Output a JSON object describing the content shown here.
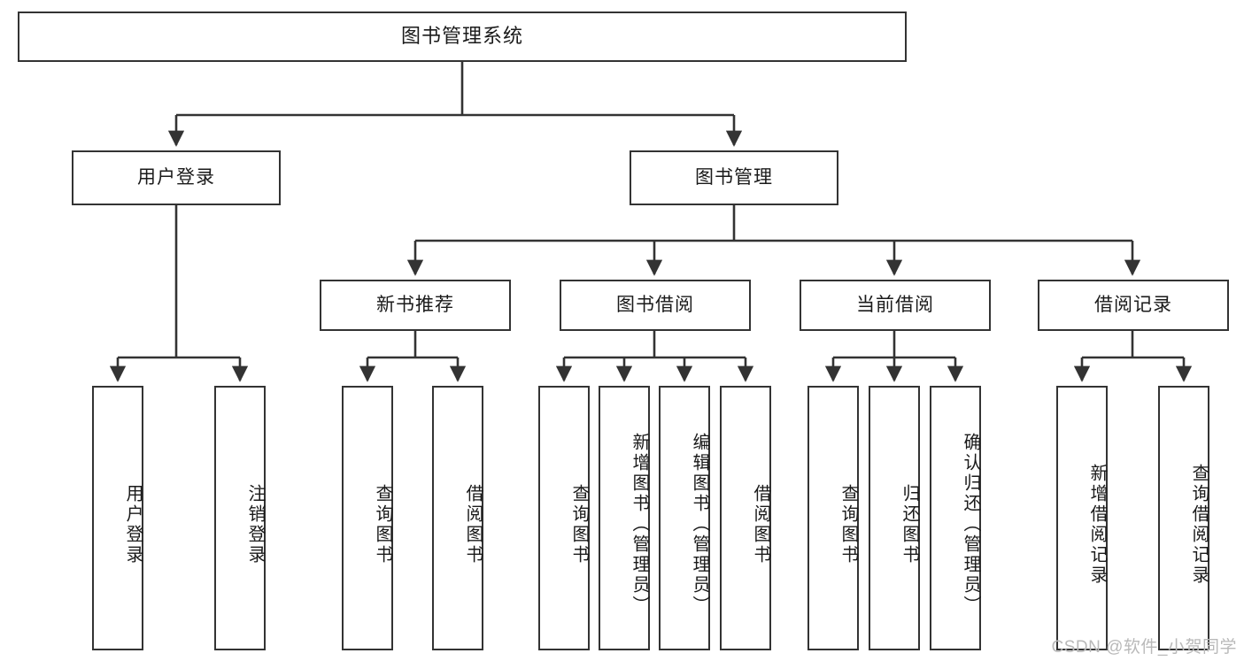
{
  "diagram": {
    "title": "图书管理系统",
    "type": "功能结构图",
    "stroke_color": "#333333",
    "fill_color": "#ffffff",
    "text_color": "#1a1a1a"
  },
  "root": {
    "label": "图书管理系统"
  },
  "level2": [
    {
      "label": "用户登录"
    },
    {
      "label": "图书管理"
    }
  ],
  "level3": [
    {
      "label": "新书推荐"
    },
    {
      "label": "图书借阅"
    },
    {
      "label": "当前借阅"
    },
    {
      "label": "借阅记录"
    }
  ],
  "leaves": {
    "user_login": [
      {
        "label": "用户登录"
      },
      {
        "label": "注销登录"
      }
    ],
    "new_book": [
      {
        "label": "查询图书"
      },
      {
        "label": "借阅图书"
      }
    ],
    "book_borrow": [
      {
        "label": "查询图书"
      },
      {
        "label": "新增图书（管理员）"
      },
      {
        "label": "编辑图书（管理员）"
      },
      {
        "label": "借阅图书"
      }
    ],
    "current_borrow": [
      {
        "label": "查询图书"
      },
      {
        "label": "归还图书"
      },
      {
        "label": "确认归还（管理员）"
      }
    ],
    "borrow_record": [
      {
        "label": "新增借阅记录"
      },
      {
        "label": "查询借阅记录"
      }
    ]
  },
  "watermark": {
    "text": "CSDN @软件_小贺同学"
  }
}
